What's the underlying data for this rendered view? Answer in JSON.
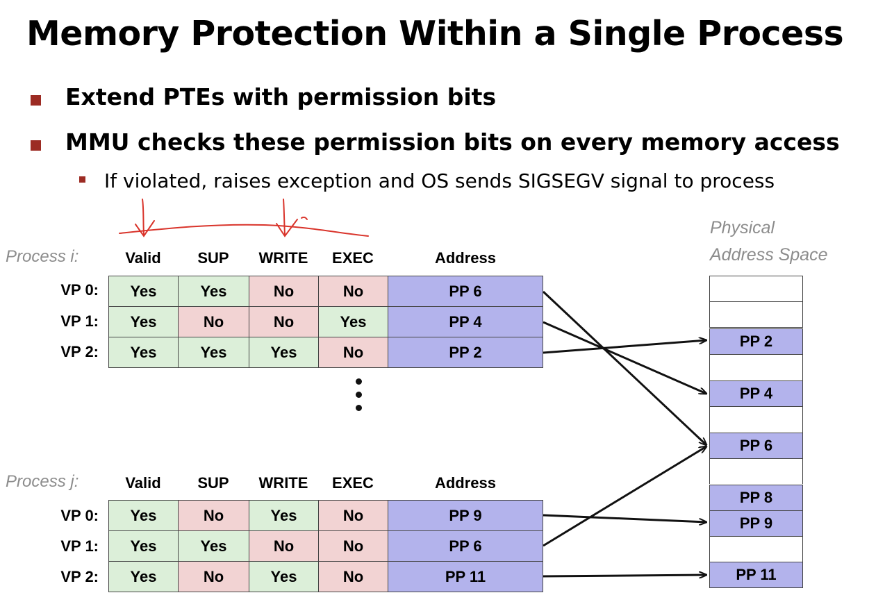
{
  "title": "Memory Protection Within a Single Process",
  "bullets": [
    "Extend PTEs with permission bits",
    "MMU checks these permission bits on every memory access"
  ],
  "sub_bullet": "If violated, raises exception and OS sends SIGSEGV signal to process",
  "columns": [
    "Valid",
    "SUP",
    "WRITE",
    "EXEC",
    "Address"
  ],
  "process_i": {
    "label": "Process i:",
    "rows": [
      {
        "vp": "VP 0:",
        "valid": "Yes",
        "sup": "Yes",
        "write": "No",
        "exec": "No",
        "address": "PP 6"
      },
      {
        "vp": "VP 1:",
        "valid": "Yes",
        "sup": "No",
        "write": "No",
        "exec": "Yes",
        "address": "PP 4"
      },
      {
        "vp": "VP 2:",
        "valid": "Yes",
        "sup": "Yes",
        "write": "Yes",
        "exec": "No",
        "address": "PP 2"
      }
    ]
  },
  "process_j": {
    "label": "Process j:",
    "rows": [
      {
        "vp": "VP 0:",
        "valid": "Yes",
        "sup": "No",
        "write": "Yes",
        "exec": "No",
        "address": "PP 9"
      },
      {
        "vp": "VP 1:",
        "valid": "Yes",
        "sup": "Yes",
        "write": "No",
        "exec": "No",
        "address": "PP 6"
      },
      {
        "vp": "VP 2:",
        "valid": "Yes",
        "sup": "No",
        "write": "Yes",
        "exec": "No",
        "address": "PP 11"
      }
    ]
  },
  "physical": {
    "label_line1": "Physical",
    "label_line2": "Address Space",
    "blocks": [
      "",
      "",
      "PP 2",
      "",
      "PP 4",
      "",
      "PP 6",
      "",
      "",
      "PP 8",
      "PP 9",
      "",
      "PP 11"
    ]
  },
  "colors": {
    "bullet": "#9c2b23",
    "yes_cell": "#dcefd9",
    "no_cell": "#f2d3d3",
    "address_cell": "#b3b3ec",
    "annotation": "#d9342b"
  }
}
